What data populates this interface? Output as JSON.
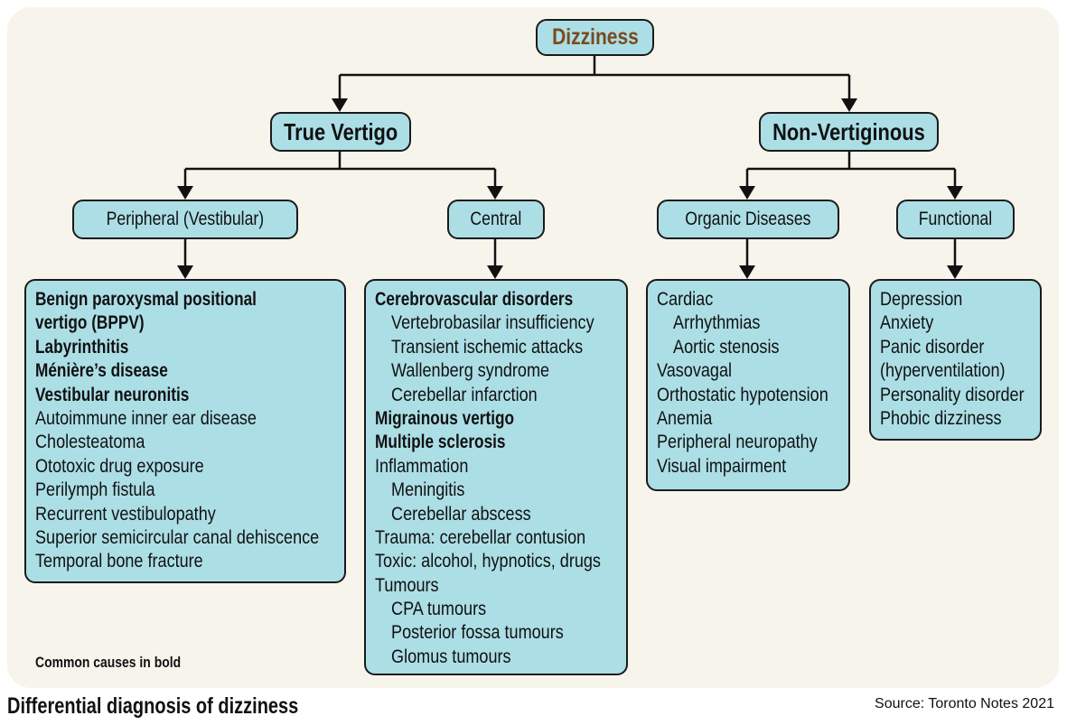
{
  "diagram": {
    "root": {
      "label": "Dizziness"
    },
    "branches": [
      {
        "label": "True Vertigo",
        "children": [
          {
            "label": "Peripheral (Vestibular)",
            "items": [
              {
                "text": "Benign paroxysmal positional",
                "bold": true,
                "indent": false
              },
              {
                "text": "vertigo (BPPV)",
                "bold": true,
                "indent": false
              },
              {
                "text": "Labyrinthitis",
                "bold": true,
                "indent": false
              },
              {
                "text": "Ménière’s disease",
                "bold": true,
                "indent": false
              },
              {
                "text": "Vestibular neuronitis",
                "bold": true,
                "indent": false
              },
              {
                "text": "Autoimmune inner ear disease",
                "bold": false,
                "indent": false
              },
              {
                "text": "Cholesteatoma",
                "bold": false,
                "indent": false
              },
              {
                "text": "Ototoxic drug exposure",
                "bold": false,
                "indent": false
              },
              {
                "text": "Perilymph fistula",
                "bold": false,
                "indent": false
              },
              {
                "text": "Recurrent vestibulopathy",
                "bold": false,
                "indent": false
              },
              {
                "text": "Superior semicircular canal dehiscence",
                "bold": false,
                "indent": false
              },
              {
                "text": "Temporal bone fracture",
                "bold": false,
                "indent": false
              }
            ]
          },
          {
            "label": "Central",
            "items": [
              {
                "text": "Cerebrovascular disorders",
                "bold": true,
                "indent": false
              },
              {
                "text": "Vertebrobasilar insufficiency",
                "bold": false,
                "indent": true
              },
              {
                "text": "Transient ischemic attacks",
                "bold": false,
                "indent": true
              },
              {
                "text": "Wallenberg syndrome",
                "bold": false,
                "indent": true
              },
              {
                "text": "Cerebellar infarction",
                "bold": false,
                "indent": true
              },
              {
                "text": "Migrainous vertigo",
                "bold": true,
                "indent": false
              },
              {
                "text": "Multiple sclerosis",
                "bold": true,
                "indent": false
              },
              {
                "text": "Inflammation",
                "bold": false,
                "indent": false
              },
              {
                "text": "Meningitis",
                "bold": false,
                "indent": true
              },
              {
                "text": "Cerebellar abscess",
                "bold": false,
                "indent": true
              },
              {
                "text": "Trauma: cerebellar contusion",
                "bold": false,
                "indent": false
              },
              {
                "text": "Toxic: alcohol, hypnotics, drugs",
                "bold": false,
                "indent": false
              },
              {
                "text": "Tumours",
                "bold": false,
                "indent": false
              },
              {
                "text": "CPA tumours",
                "bold": false,
                "indent": true
              },
              {
                "text": "Posterior fossa tumours",
                "bold": false,
                "indent": true
              },
              {
                "text": "Glomus tumours",
                "bold": false,
                "indent": true
              }
            ]
          }
        ]
      },
      {
        "label": "Non-Vertiginous",
        "children": [
          {
            "label": "Organic Diseases",
            "items": [
              {
                "text": "Cardiac",
                "bold": false,
                "indent": false
              },
              {
                "text": "Arrhythmias",
                "bold": false,
                "indent": true
              },
              {
                "text": "Aortic stenosis",
                "bold": false,
                "indent": true
              },
              {
                "text": "Vasovagal",
                "bold": false,
                "indent": false
              },
              {
                "text": "Orthostatic hypotension",
                "bold": false,
                "indent": false
              },
              {
                "text": "Anemia",
                "bold": false,
                "indent": false
              },
              {
                "text": "Peripheral neuropathy",
                "bold": false,
                "indent": false
              },
              {
                "text": "Visual impairment",
                "bold": false,
                "indent": false
              }
            ]
          },
          {
            "label": "Functional",
            "items": [
              {
                "text": "Depression",
                "bold": false,
                "indent": false
              },
              {
                "text": "Anxiety",
                "bold": false,
                "indent": false
              },
              {
                "text": "Panic disorder",
                "bold": false,
                "indent": false
              },
              {
                "text": "(hyperventilation)",
                "bold": false,
                "indent": false
              },
              {
                "text": "Personality disorder",
                "bold": false,
                "indent": false
              },
              {
                "text": "Phobic dizziness",
                "bold": false,
                "indent": false
              }
            ]
          }
        ]
      }
    ]
  },
  "note": "Common causes in bold",
  "caption": "Differential diagnosis of dizziness",
  "source": "Source: Toronto Notes 2021",
  "colors": {
    "panel_background": "#f7f4ec",
    "box_fill": "#acdee6",
    "box_border": "#1a1a1a",
    "root_text": "#7a4a1e"
  }
}
